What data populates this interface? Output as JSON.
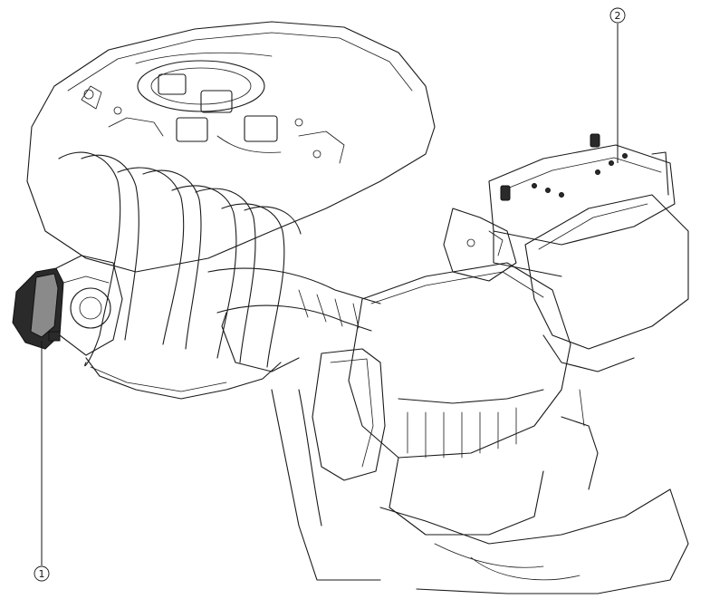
{
  "callouts": [
    {
      "id": "1",
      "label": "1"
    },
    {
      "id": "2",
      "label": "2"
    }
  ],
  "colors": {
    "line": "#1a1a1a",
    "background": "#ffffff",
    "shade_dark": "#2a2a2a"
  }
}
